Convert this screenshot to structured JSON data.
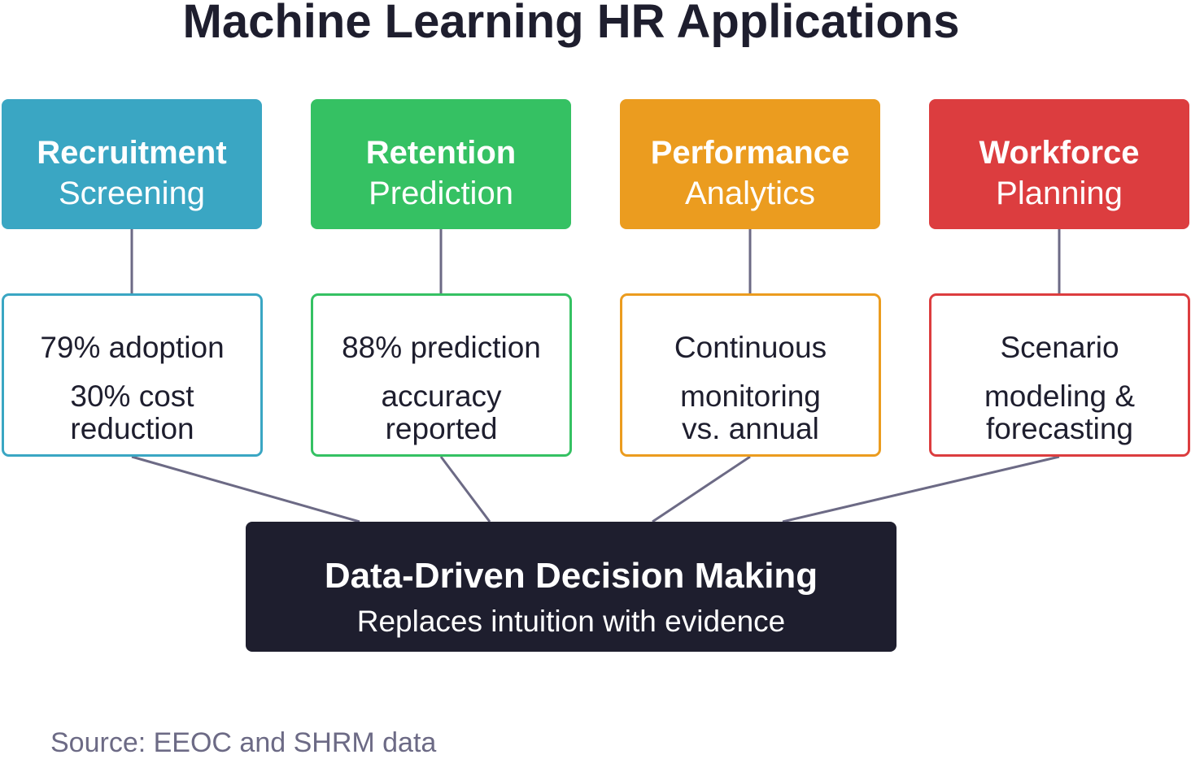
{
  "title": "Machine Learning HR Applications",
  "colors": {
    "recruitment": "#3aa6c3",
    "retention": "#35c163",
    "performance": "#eb9c1f",
    "workforce": "#dc3d3f",
    "center": "#1e1e2e",
    "connector": "#6c6a85"
  },
  "categories": [
    {
      "title": "Recruitment",
      "subtitle": "Screening",
      "detail": [
        "79% adoption",
        "30% cost",
        "reduction"
      ]
    },
    {
      "title": "Retention",
      "subtitle": "Prediction",
      "detail": [
        "88% prediction",
        "accuracy",
        "reported"
      ]
    },
    {
      "title": "Performance",
      "subtitle": "Analytics",
      "detail": [
        "Continuous",
        "monitoring",
        "vs. annual"
      ]
    },
    {
      "title": "Workforce",
      "subtitle": "Planning",
      "detail": [
        "Scenario",
        "modeling &",
        "forecasting"
      ]
    }
  ],
  "center": {
    "title": "Data-Driven Decision Making",
    "subtitle": "Replaces intuition with evidence"
  },
  "source": "Source: EEOC and SHRM data"
}
